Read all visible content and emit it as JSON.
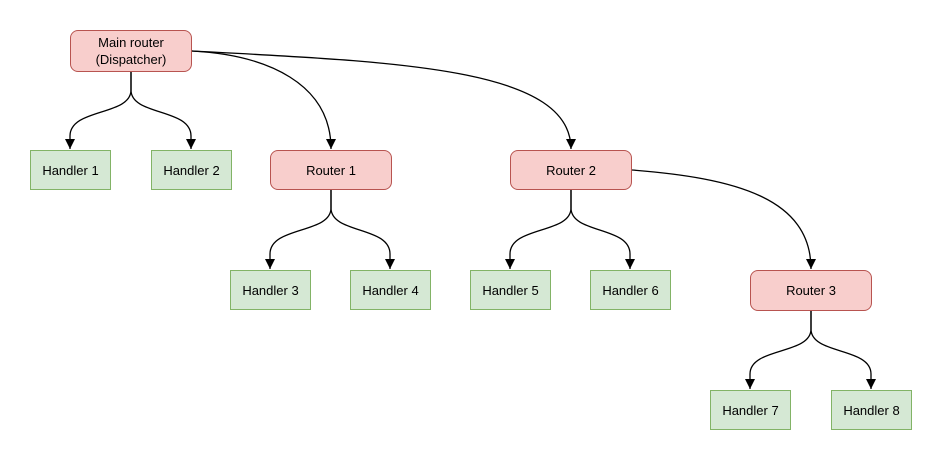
{
  "diagram": {
    "colors": {
      "background": "#ffffff",
      "text": "#000000",
      "edge": "#000000",
      "router_fill": "#f8cecc",
      "router_border": "#b85450",
      "handler_fill": "#d5e8d4",
      "handler_border": "#82b366"
    },
    "nodes": {
      "main_router": {
        "label_line1": "Main router",
        "label_line2": "(Dispatcher)",
        "type": "router"
      },
      "router_1": {
        "label": "Router 1",
        "type": "router"
      },
      "router_2": {
        "label": "Router 2",
        "type": "router"
      },
      "router_3": {
        "label": "Router 3",
        "type": "router"
      },
      "handler_1": {
        "label": "Handler 1",
        "type": "handler"
      },
      "handler_2": {
        "label": "Handler 2",
        "type": "handler"
      },
      "handler_3": {
        "label": "Handler 3",
        "type": "handler"
      },
      "handler_4": {
        "label": "Handler 4",
        "type": "handler"
      },
      "handler_5": {
        "label": "Handler 5",
        "type": "handler"
      },
      "handler_6": {
        "label": "Handler 6",
        "type": "handler"
      },
      "handler_7": {
        "label": "Handler 7",
        "type": "handler"
      },
      "handler_8": {
        "label": "Handler 8",
        "type": "handler"
      }
    },
    "edges": [
      {
        "from": "Main router (Dispatcher)",
        "to": "Handler 1"
      },
      {
        "from": "Main router (Dispatcher)",
        "to": "Handler 2"
      },
      {
        "from": "Main router (Dispatcher)",
        "to": "Router 1"
      },
      {
        "from": "Main router (Dispatcher)",
        "to": "Router 2"
      },
      {
        "from": "Router 1",
        "to": "Handler 3"
      },
      {
        "from": "Router 1",
        "to": "Handler 4"
      },
      {
        "from": "Router 2",
        "to": "Handler 5"
      },
      {
        "from": "Router 2",
        "to": "Handler 6"
      },
      {
        "from": "Router 2",
        "to": "Router 3"
      },
      {
        "from": "Router 3",
        "to": "Handler 7"
      },
      {
        "from": "Router 3",
        "to": "Handler 8"
      }
    ]
  }
}
